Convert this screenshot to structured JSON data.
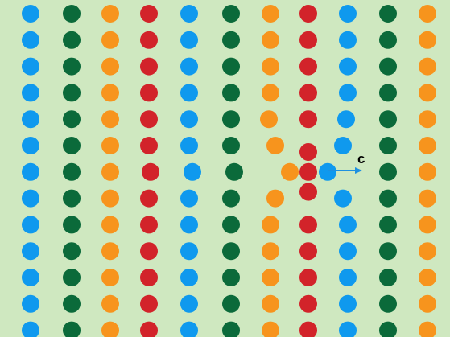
{
  "title": "",
  "background": "#cfe8c0",
  "colors": {
    "blue": "#0f99ee",
    "green": "#0b6a3a",
    "orange": "#f7941d",
    "red": "#d2232a",
    "arrow": "#1e90e0",
    "label": "#000000"
  },
  "column_color_sequence": [
    "blue",
    "green",
    "orange",
    "red",
    "blue",
    "green",
    "orange",
    "red",
    "blue",
    "green",
    "orange"
  ],
  "grid": {
    "columns": 11,
    "rows": 13
  },
  "disturbance": {
    "description_label": "c",
    "affected_columns": [
      "orange",
      "red",
      "blue"
    ],
    "arrow_direction": "right"
  },
  "arrow_label": "c"
}
